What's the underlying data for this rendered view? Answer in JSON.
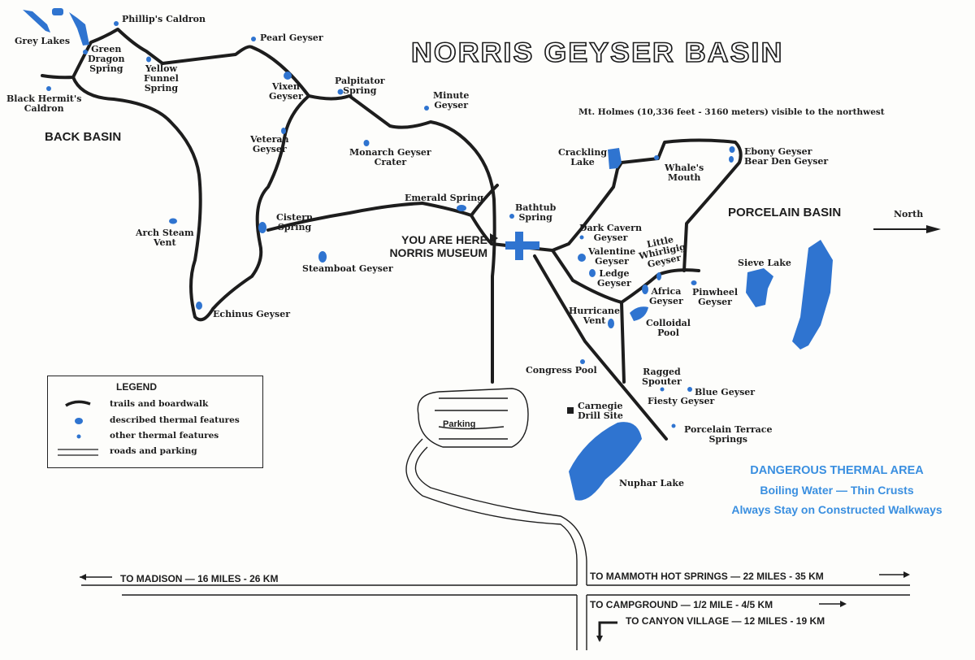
{
  "title": "NORRIS GEYSER BASIN",
  "regions": {
    "back_basin": "BACK BASIN",
    "porcelain_basin": "PORCELAIN BASIN"
  },
  "north_label": "North",
  "note": "Mt. Holmes (10,336 feet - 3160 meters) visible to the northwest",
  "you_are_here": {
    "line1": "YOU ARE HERE",
    "line2": "NORRIS MUSEUM"
  },
  "parking": "Parking",
  "features": {
    "grey_lakes": "Grey Lakes",
    "phillips_caldron": "Phillip's Caldron",
    "green_dragon": "Green\nDragon\nSpring",
    "yellow_funnel": "Yellow\nFunnel\nSpring",
    "pearl": "Pearl Geyser",
    "black_hermit": "Black Hermit's\nCaldron",
    "vixen": "Vixen\nGeyser",
    "palpitator": "Palpitator\nSpring",
    "minute": "Minute\nGeyser",
    "veteran": "Veteran\nGeyser",
    "monarch": "Monarch Geyser\nCrater",
    "emerald": "Emerald Spring",
    "bathtub": "Bathtub\nSpring",
    "cistern": "Cistern\nSpring",
    "arch_steam": "Arch Steam\nVent",
    "steamboat": "Steamboat Geyser",
    "echinus": "Echinus Geyser",
    "crackling": "Crackling\nLake",
    "whales_mouth": "Whale's\nMouth",
    "ebony_bearden": "Ebony Geyser\nBear Den Geyser",
    "dark_cavern": "Dark Cavern\nGeyser",
    "valentine": "Valentine\nGeyser",
    "ledge": "Ledge\nGeyser",
    "little_whirligig": "Little\nWhirligig\nGeyser",
    "africa": "Africa\nGeyser",
    "pinwheel": "Pinwheel\nGeyser",
    "sieve": "Sieve Lake",
    "hurricane": "Hurricane\nVent",
    "colloidal": "Colloidal\nPool",
    "congress": "Congress Pool",
    "ragged": "Ragged\nSpouter",
    "blue": "Blue Geyser",
    "fiesty": "Fiesty Geyser",
    "carnegie": "Carnegie\nDrill Site",
    "porcelain_terrace": "Porcelain Terrace\nSprings",
    "nuphar": "Nuphar Lake"
  },
  "warning": {
    "line1": "DANGEROUS THERMAL AREA",
    "line2": "Boiling Water — Thin Crusts",
    "line3": "Always Stay on Constructed Walkways"
  },
  "legend": {
    "title": "LEGEND",
    "items": [
      "trails and boardwalk",
      "described thermal features",
      "other thermal features",
      "roads and parking"
    ]
  },
  "roads": {
    "madison": "TO MADISON — 16 MILES - 26 KM",
    "mammoth": "TO MAMMOTH HOT SPRINGS — 22 MILES - 35 KM",
    "campground": "TO CAMPGROUND — 1/2 MILE - 4/5 KM",
    "canyon": "TO CANYON VILLAGE — 12 MILES - 19 KM"
  },
  "colors": {
    "water": "#2f74d0",
    "warning": "#3a8fe0",
    "ink": "#1d1d1d"
  }
}
